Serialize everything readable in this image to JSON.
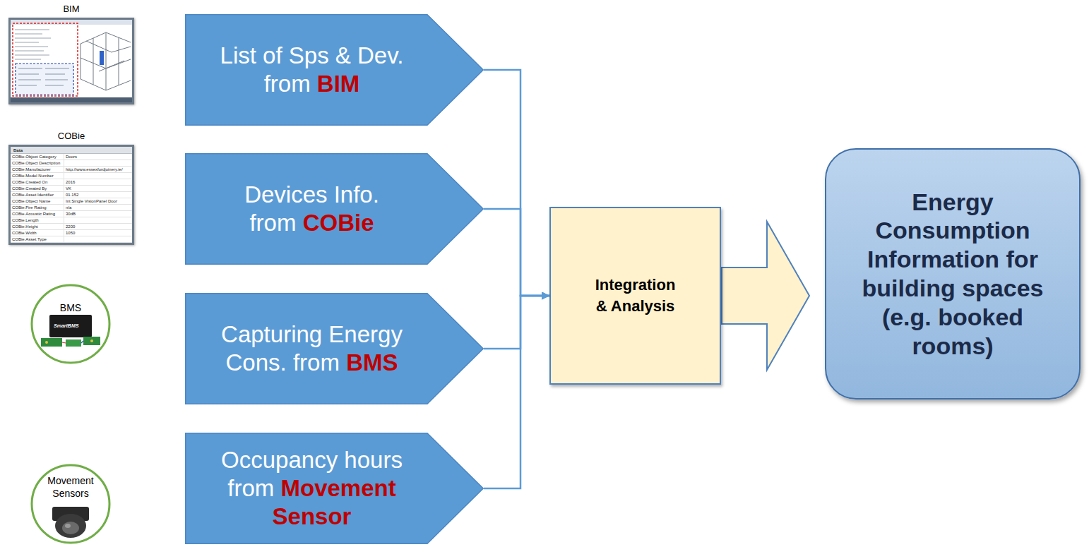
{
  "diagram": {
    "nodes": [
      {
        "text": [
          "BIM"
        ]
      },
      {
        "text": [
          "COBie"
        ]
      },
      {
        "text": [
          "BMS"
        ]
      },
      {
        "text": [
          "Movement Sensors"
        ]
      },
      {
        "text": [
          "List of Sps & Dev. from",
          "BIM"
        ]
      },
      {
        "text": [
          "Devices Info. from",
          "COBie"
        ]
      },
      {
        "text": [
          "Capturing Energy Cons. from",
          "BMS"
        ]
      },
      {
        "text": [
          "Occupancy hours from",
          "Movement Sensor"
        ]
      },
      {
        "text": [
          "Integration & Analysis"
        ]
      },
      {
        "text": [
          "Energy Consumption Information for building spaces (e.g. booked rooms)"
        ]
      }
    ],
    "edges": [
      {
        "from": 4,
        "to": 8,
        "arrow": "to"
      },
      {
        "from": 5,
        "to": 8,
        "arrow": "to"
      },
      {
        "from": 6,
        "to": 8,
        "arrow": "to"
      },
      {
        "from": 7,
        "to": 8,
        "arrow": "to"
      },
      {
        "from": 8,
        "to": 9,
        "arrow": "to"
      }
    ],
    "labels": [
      "Data",
      "COBie.Object Category",
      "Doors",
      "COBie.Object Description",
      "COBie.Manufacturer",
      "http://www.essexfordjoinery.ie/",
      "COBie.Model Number",
      "COBie.Created On",
      "2016",
      "COBie.Created By",
      "VK",
      "COBie.Asset Identifier",
      "01.152",
      "COBie.Object Name",
      "Int Single VisionPanel Door",
      "COBie.Fire Rating",
      "n/a",
      "COBie.Acoustic Rating",
      "30dB",
      "COBie.Length",
      "COBie.Height",
      "2200",
      "COBie.Width",
      "1050",
      "COBie.Asset Type",
      "SmartBMS"
    ]
  }
}
